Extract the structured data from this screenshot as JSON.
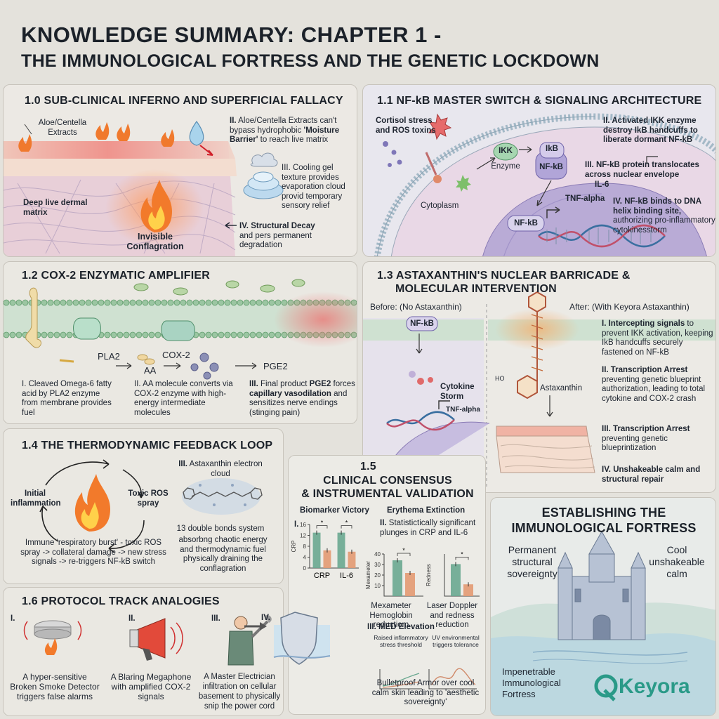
{
  "title": {
    "line1": "KNOWLEDGE SUMMARY: CHAPTER 1 -",
    "line2": "THE IMMUNOLOGICAL FORTRESS AND THE GENETIC LOCKDOWN"
  },
  "p10": {
    "heading": "1.0 SUB-CLINICAL INFERNO AND SUPERFICIAL FALLACY",
    "aloe": "Aloe/Centella Extracts",
    "ii_num": "II.",
    "ii_a": "Aloe/Centella Extracts can't bypass hydrophobic ",
    "ii_b": "'Moisture Barrier'",
    "ii_c": " to reach live matrix",
    "iii_num": "III.",
    "iii": "Cooling gel texture provides evaporation cloud provid temporary sensory relief",
    "deep": "Deep live dermal matrix",
    "invisible": "Invisible Conflagration",
    "iv_num": "IV.",
    "iv_a": "Structural Decay",
    "iv_b": "and pers permanent degradation"
  },
  "p11": {
    "heading": "1.1 NF-kB MASTER SWITCH & SIGNALING ARCHITECTURE",
    "cortisol": "Cortisol stress and ROS toxins",
    "ikk": "IKK",
    "enzyme": "Enzyme",
    "ikb": "IkB",
    "nfkb1": "NF-kB",
    "cytoplasm": "Cytoplasm",
    "il6": "IL-6",
    "tnf": "TNF-alpha",
    "nfkb2": "NF-kB",
    "ii_num": "II.",
    "ii": "Activated IKK enzyme destroy IkB handcuffs to liberate dormant NF-kB",
    "iii_num": "III.",
    "iii": "NF-kB protein translocates across nuclear envelope",
    "iv_num": "IV.",
    "iv_a": "NF-kB binds to DNA helix binding site,",
    "iv_b": "authorizing pro-inflammatory cytokinesstorm"
  },
  "p12": {
    "heading": "1.2 COX-2 ENZYMATIC AMPLIFIER",
    "pla2": "PLA2",
    "aa": "AA",
    "cox2": "COX-2",
    "pge2": "PGE2",
    "i_num": "I.",
    "i": "Cleaved Omega-6 fatty acid by PLA2 enzyme from membrane provides fuel",
    "ii_num": "II.",
    "ii": "AA molecule converts via COX-2 enzyme with high-energy intermediate molecules",
    "iii_num": "III.",
    "iii_a": "Final product ",
    "iii_b": "PGE2",
    "iii_c": " forces ",
    "iii_d": "capillary vasodilation",
    "iii_e": " and sensitizes nerve endings (stinging pain)"
  },
  "p13": {
    "heading_a": "1.3 ASTAXANTHIN'S NUCLEAR BARRICADE &",
    "heading_b": "MOLECULAR INTERVENTION",
    "before": "Before: (No Astaxanthin)",
    "after": "After: (With Keyora Astaxanthin)",
    "nfkb": "NF-kB",
    "cytokine": "Cytokine Storm",
    "tnf": "TNF-alpha",
    "ho": "HO",
    "astax": "Astaxanthin",
    "i_num": "I.",
    "i_a": "Intercepting signals",
    "i_b": " to prevent IKK activation, keeping IkB handcuffs securely fastened on NF-kB",
    "ii_num": "II.",
    "ii_a": "Transcription Arrest",
    "ii_b": " preventing genetic blueprint authorization, leading to total cytokine and COX-2 crash",
    "iii_num": "III.",
    "iii_a": "Transcription Arrest",
    "iii_b": " preventing genetic blueprintization",
    "iv_num": "IV.",
    "iv": "Unshakeable calm and structural repair"
  },
  "p14": {
    "heading": "1.4 THE THERMODYNAMIC FEEDBACK LOOP",
    "initial": "Initial inflammation",
    "toxic": "Toxic ROS spray",
    "loop": "Immune 'respiratory burst' - toxic ROS spray -> collateral damage -> new stress signals -> re-triggers NF-kB switch",
    "iii_num": "III.",
    "iii": "Astaxanthin electron cloud",
    "bonds": "13 double bonds system",
    "absorb": "absorbng chaotic energy and thermodynamic fuel physically draining the conflagration"
  },
  "p15": {
    "num": "1.5",
    "heading_a": "CLINICAL CONSENSUS",
    "heading_b": "& INSTRUMENTAL VALIDATION",
    "bio": "Biomarker Victory",
    "i_num": "I.",
    "erythema": "Erythema Extinction",
    "ii_num": "II.",
    "ii": "Statistictically significant plunges in CRP and IL-6",
    "crp_axis": "CRP",
    "crp": "CRP",
    "il6": "IL-6",
    "mexa_axis": "Mexameter",
    "mexa": "Mexameter Hemoglobin reductiom",
    "doppler_axis": "Redness",
    "doppler": "Laser Doppler and redness reduction",
    "iii_num": "III.",
    "iii": "MED Elevation",
    "raised": "Raised inflammatory stress threshold",
    "uv": "UV environmental triggers tolerance",
    "bullet": "Bulletproof Armor over cool calm skin leading to 'aesthetic sovereignty'",
    "tick_16": "16",
    "tick_12": "12",
    "tick_8": "8",
    "tick_4": "4",
    "tick_0": "0",
    "tick_40": "40",
    "tick_30": "30",
    "tick_20": "20",
    "tick_10": "10",
    "star": "*"
  },
  "p16": {
    "heading": "1.6 PROTOCOL TRACK ANALOGIES",
    "i_num": "I.",
    "i": "A hyper-sensitive Broken Smoke Detector triggers false alarms",
    "ii_num": "II.",
    "ii": "A Blaring Megaphone with amplified COX-2 signals",
    "iii_num": "III.",
    "iii": "A Master Electrician infiltration on cellular basement to physically snip the power cord",
    "iv_num": "IV."
  },
  "fortress": {
    "heading_a": "ESTABLISHING THE",
    "heading_b": "IMMUNOLOGICAL FORTRESS",
    "perm": "Permanent structural sovereignty",
    "cool": "Cool unshakeable calm",
    "imp": "Impenetrable Immunological Fortress",
    "brand": "Keyora"
  },
  "chart_data": [
    {
      "type": "bar",
      "title": "Biomarker Victory",
      "categories": [
        "CRP",
        "IL-6"
      ],
      "series": [
        {
          "values": [
            13,
            13
          ]
        },
        {
          "values": [
            6.5,
            6
          ]
        }
      ],
      "ylabel": "CRP",
      "ylim": [
        0,
        16
      ]
    },
    {
      "type": "bar",
      "title": "Mexameter Hemoglobin reductiom",
      "categories": [
        ""
      ],
      "series": [
        {
          "values": [
            34
          ]
        },
        {
          "values": [
            22
          ]
        }
      ],
      "ylabel": "Mexameter",
      "ylim": [
        0,
        40
      ]
    },
    {
      "type": "bar",
      "title": "Laser Doppler and redness reduction",
      "categories": [
        ""
      ],
      "series": [
        {
          "values": [
            38
          ]
        },
        {
          "values": [
            14
          ]
        }
      ],
      "ylabel": "Redness",
      "ylim": [
        0,
        50
      ]
    }
  ]
}
